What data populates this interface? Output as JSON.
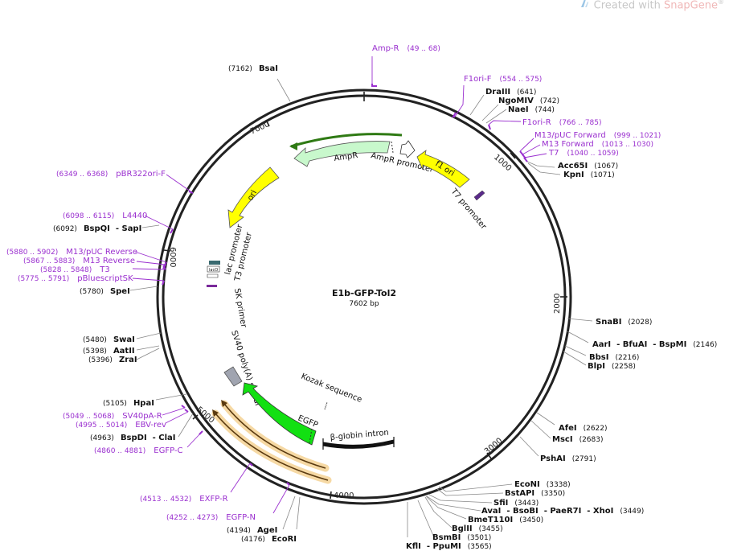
{
  "plasmid": {
    "name": "E1b-GFP-Tol2",
    "length_label": "7602 bp",
    "length": 7602
  },
  "watermark": {
    "prefix": "Created with ",
    "brand": "SnapGene",
    "reg": "®"
  },
  "colors": {
    "feature_label": "#9a2fcf",
    "enzyme": "#000000",
    "primer": "#9a2fcf",
    "yellow": "#ffff00",
    "ampr": "#c8f8cc",
    "egfp": "#12e012",
    "gray": "#a0a4b0"
  },
  "tick_labels": [
    "1000",
    "2000",
    "3000",
    "4000",
    "5000",
    "6000",
    "7000"
  ],
  "enzymes": [
    {
      "name": "BsaI",
      "pos": "(7162)"
    },
    {
      "name": "DraIII",
      "pos": "(641)"
    },
    {
      "name": "NgoMIV",
      "pos": "(742)"
    },
    {
      "name": "NaeI",
      "pos": "(744)"
    },
    {
      "name": "Acc65I",
      "pos": "(1067)"
    },
    {
      "name": "KpnI",
      "pos": "(1071)"
    },
    {
      "name": "SnaBI",
      "pos": "(2028)"
    },
    {
      "name": "AarI  - BfuAI  - BspMI",
      "pos": "(2146)"
    },
    {
      "name": "BbsI",
      "pos": "(2216)"
    },
    {
      "name": "BlpI",
      "pos": "(2258)"
    },
    {
      "name": "AfeI",
      "pos": "(2622)"
    },
    {
      "name": "MscI",
      "pos": "(2683)"
    },
    {
      "name": "PshAI",
      "pos": "(2791)"
    },
    {
      "name": "EcoNI",
      "pos": "(3338)"
    },
    {
      "name": "BstAPI",
      "pos": "(3350)"
    },
    {
      "name": "SfiI",
      "pos": "(3443)"
    },
    {
      "name": "AvaI  - BsoBI  - PaeR7I  - XhoI",
      "pos": "(3449)"
    },
    {
      "name": "BmeT110I",
      "pos": "(3450)"
    },
    {
      "name": "BglII",
      "pos": "(3455)"
    },
    {
      "name": "BsmBI",
      "pos": "(3501)"
    },
    {
      "name": "KflI  - PpuMI",
      "pos": "(3565)"
    },
    {
      "name": "AgeI",
      "pos": "(4194)"
    },
    {
      "name": "EcoRI",
      "pos": "(4176)"
    },
    {
      "name": "BspDI  - ClaI",
      "pos": "(4963)"
    },
    {
      "name": "HpaI",
      "pos": "(5105)"
    },
    {
      "name": "SwaI",
      "pos": "(5480)"
    },
    {
      "name": "AatII",
      "pos": "(5398)"
    },
    {
      "name": "ZraI",
      "pos": "(5396)"
    },
    {
      "name": "SpeI",
      "pos": "(5780)"
    },
    {
      "name": "BspQI  - SapI",
      "pos": "(6092)"
    }
  ],
  "primers": [
    {
      "name": "Amp-R",
      "pos": "(49 .. 68)"
    },
    {
      "name": "F1ori-F",
      "pos": "(554 .. 575)"
    },
    {
      "name": "F1ori-R",
      "pos": "(766 .. 785)"
    },
    {
      "name": "M13/pUC Forward",
      "pos": "(999 .. 1021)"
    },
    {
      "name": "M13 Forward",
      "pos": "(1013 .. 1030)"
    },
    {
      "name": "T7",
      "pos": "(1040 .. 1059)"
    },
    {
      "name": "pBR322ori-F",
      "pos": "(6349 .. 6368)"
    },
    {
      "name": "L4440",
      "pos": "(6098 .. 6115)"
    },
    {
      "name": "M13/pUC Reverse",
      "pos": "(5880 .. 5902)"
    },
    {
      "name": "M13 Reverse",
      "pos": "(5867 .. 5883)"
    },
    {
      "name": "T3",
      "pos": "(5828 .. 5848)"
    },
    {
      "name": "pBluescriptSK",
      "pos": "(5775 .. 5791)"
    },
    {
      "name": "SV40pA-R",
      "pos": "(5049 .. 5068)"
    },
    {
      "name": "EBV-rev",
      "pos": "(4995 .. 5014)"
    },
    {
      "name": "EGFP-C",
      "pos": "(4860 .. 4881)"
    },
    {
      "name": "EXFP-R",
      "pos": "(4513 .. 4532)"
    },
    {
      "name": "EGFP-N",
      "pos": "(4252 .. 4273)"
    }
  ],
  "features": [
    {
      "name": "AmpR"
    },
    {
      "name": "AmpR promoter"
    },
    {
      "name": "f1 ori"
    },
    {
      "name": "T7 promoter"
    },
    {
      "name": "ori"
    },
    {
      "name": "lac promoter"
    },
    {
      "name": "T3 promoter"
    },
    {
      "name": "SK primer"
    },
    {
      "name": "SV40 poly(A) signal"
    },
    {
      "name": "Kozak sequence"
    },
    {
      "name": "EGFP"
    },
    {
      "name": "β-globin intron"
    },
    {
      "name": "lacO"
    },
    {
      "name": "CAP"
    }
  ]
}
